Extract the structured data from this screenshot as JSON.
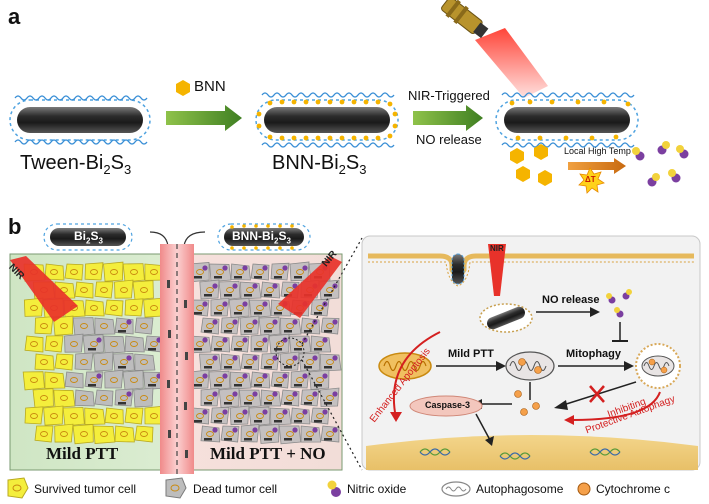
{
  "panel_a": {
    "label": "a",
    "bnn_legend": "BNN",
    "tween_label_main": "Tween-Bi",
    "tween_label_sub": "2",
    "tween_label_main2": "S",
    "tween_label_sub2": "3",
    "bnn_label_main": "BNN-Bi",
    "bnn_label_sub": "2",
    "bnn_label_main2": "S",
    "bnn_label_sub2": "3",
    "arrow2_top": "NIR-Triggered",
    "arrow2_bottom": "NO release",
    "local_temp": "Local High Temp",
    "delta_t": "ΔT"
  },
  "panel_b": {
    "label": "b",
    "chip_left_main": "Bi",
    "chip_left_sub": "2",
    "chip_left_main2": "S",
    "chip_left_sub2": "3",
    "chip_right_main": "BNN-Bi",
    "chip_right_sub": "2",
    "chip_right_main2": "S",
    "chip_right_sub2": "3",
    "nir_left": "NIR",
    "nir_right": "NIR",
    "nir_cell": "NIR",
    "mild_ptt": "Mild PTT",
    "mild_ptt_no": "Mild PTT + NO",
    "no_release": "NO release",
    "mild_ptt_arrow": "Mild PTT",
    "mitophagy": "Mitophagy",
    "enhanced_apoptosis": "Enhanced Apoptosis",
    "caspase": "Caspase-3",
    "inhibiting_line1": "Inhibiting",
    "inhibiting_line2": "Protective Autophagy"
  },
  "legend": [
    {
      "label": "Survived tumor cell",
      "icon": "survived-cell-icon"
    },
    {
      "label": "Dead tumor cell",
      "icon": "dead-cell-icon"
    },
    {
      "label": "Nitric oxide",
      "icon": "nitric-oxide-icon"
    },
    {
      "label": "Autophagosome",
      "icon": "autophagosome-icon"
    },
    {
      "label": "Cytochrome c",
      "icon": "cytochrome-icon"
    }
  ],
  "colors": {
    "nir_red": "#e8322a",
    "arrow_green": "#4a8a2a",
    "survived_yellow": "#f4ee3c",
    "dead_gray": "#b8b8b8",
    "bnn_orange": "#f5b400",
    "inhibit_red": "#d42020"
  }
}
